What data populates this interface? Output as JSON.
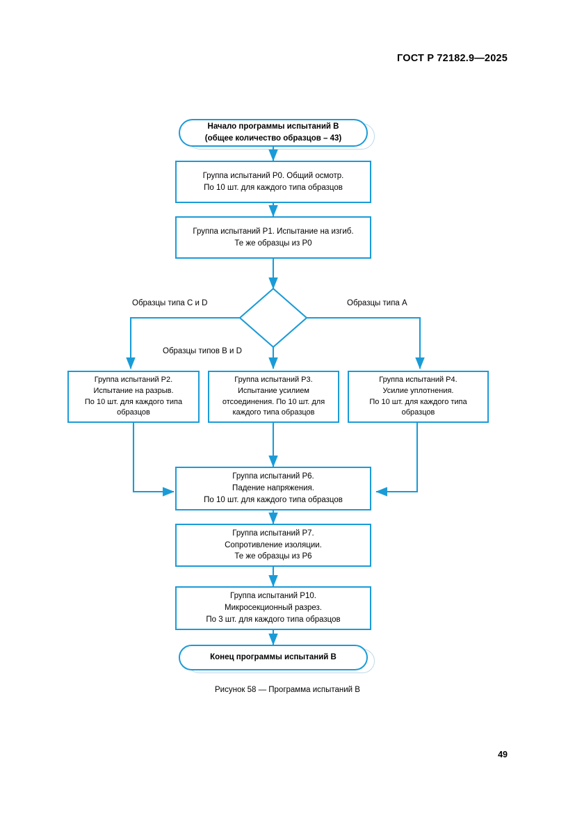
{
  "document": {
    "header": "ГОСТ Р 72182.9—2025",
    "page_number": "49",
    "figure_caption": "Рисунок 58 — Программа испытаний В"
  },
  "colors": {
    "line": "#1A9BD7",
    "box_border": "#1A9BD7",
    "shadow": "#BBD9EA",
    "text": "#000000",
    "background": "#FFFFFF"
  },
  "flowchart": {
    "title": "Программа испытаний В",
    "nodes": {
      "start": {
        "type": "terminator",
        "line1": "Начало программы испытаний В",
        "line2": "(общее количество образцов – 43)"
      },
      "p0": {
        "type": "process",
        "line1": "Группа испытаний Р0. Общий  осмотр.",
        "line2": "По 10 шт. для каждого типа  образцов"
      },
      "p1": {
        "type": "process",
        "line1": "Группа испытаний Р1. Испытание  на изгиб.",
        "line2": "Те же образцы из Р0"
      },
      "decision": {
        "type": "decision",
        "label": ""
      },
      "p2": {
        "type": "process",
        "line1": "Группа испытаний Р2.",
        "line2": "Испытание на разрыв.",
        "line3": "По 10 шт. для каждого  типа",
        "line4": "образцов"
      },
      "p3": {
        "type": "process",
        "line1": "Группа испытаний Р3.",
        "line2": "Испытание усилием",
        "line3": "отсоединения. По 10 шт. для",
        "line4": "каждого типа  образцов"
      },
      "p4": {
        "type": "process",
        "line1": "Группа испытаний Р4.",
        "line2": "Усилие уплотнения.",
        "line3": "По 10 шт. для каждого  типа",
        "line4": "образцов"
      },
      "p6": {
        "type": "process",
        "line1": "Группа испытаний Р6.",
        "line2": "Падение напряжения.",
        "line3": "По 10 шт. для каждого типа образцов"
      },
      "p7": {
        "type": "process",
        "line1": "Группа испытаний Р7.",
        "line2": "Сопротивление изоляции.",
        "line3": "Те же образцы из Р6"
      },
      "p10": {
        "type": "process",
        "line1": "Группа испытаний Р10.",
        "line2": "Микросекционный разрез.",
        "line3": "По 3 шт. для каждого типа образцов"
      },
      "end": {
        "type": "terminator",
        "line1": "Конец программы испытаний В"
      }
    },
    "branch_labels": {
      "left": "Образцы типа C и D",
      "center": "Образцы типов  B и D",
      "right": "Образцы типа A"
    }
  }
}
